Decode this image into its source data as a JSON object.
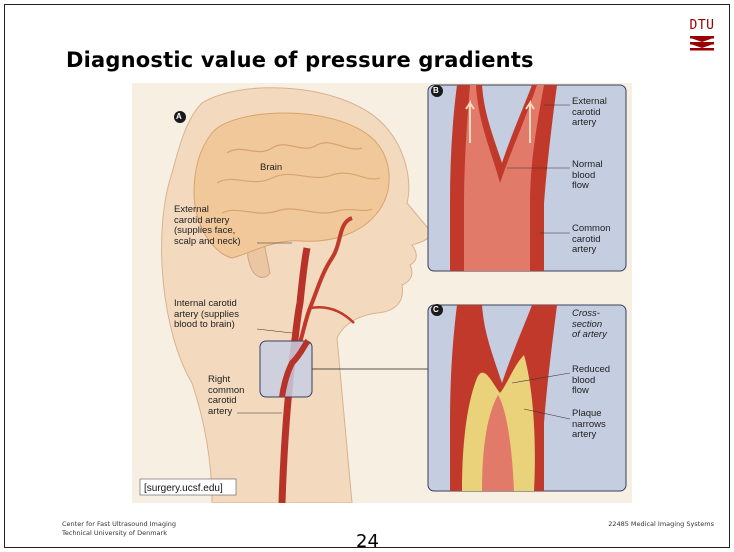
{
  "slide": {
    "title": "Diagnostic value of pressure gradients",
    "logo_text": "DTU",
    "footer_left_line1": "Center for Fast Ultrasound Imaging",
    "footer_left_line2": "Technical University of Denmark",
    "footer_right": "22485 Medical Imaging Systems",
    "page_number": "24"
  },
  "figure": {
    "panel_a_marker": "A",
    "panel_b_marker": "B",
    "panel_c_marker": "C",
    "brain_label": "Brain",
    "external_carotid_label": [
      "External",
      "carotid artery",
      "(supplies face,",
      "scalp and neck)"
    ],
    "internal_carotid_label": [
      "Internal carotid",
      "artery (supplies",
      "blood to brain)"
    ],
    "right_common_label": [
      "Right",
      "common",
      "carotid",
      "artery"
    ],
    "b_external_label": [
      "External",
      "carotid",
      "artery"
    ],
    "b_normal_label": [
      "Normal",
      "blood",
      "flow"
    ],
    "b_common_label": [
      "Common",
      "carotid",
      "artery"
    ],
    "c_cross_section_label": [
      "Cross-",
      "section",
      "of artery"
    ],
    "c_reduced_label": [
      "Reduced",
      "blood",
      "flow"
    ],
    "c_plaque_label": [
      "Plaque",
      "narrows",
      "artery"
    ],
    "source": "[surgery.ucsf.edu]"
  },
  "colors": {
    "logo_red": "#990000",
    "artery_red": "#c0392b",
    "skin": "#f3d9bd",
    "brain": "#f0c89a",
    "panel_bg": "#c5cde0",
    "plaque": "#e9d27a"
  }
}
